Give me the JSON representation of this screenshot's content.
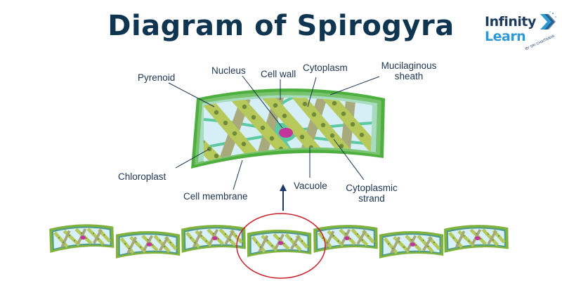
{
  "title": "Diagram of Spirogyra",
  "logo": {
    "line1": "Infinity",
    "line2": "Learn",
    "tagline": "BY SRI CHAITANYA",
    "icon": "chevron-arrow-icon"
  },
  "labels": {
    "pyrenoid": "Pyrenoid",
    "nucleus": "Nucleus",
    "cell_wall": "Cell wall",
    "cytoplasm": "Cytoplasm",
    "mucilaginous_sheath_1": "Mucilaginous",
    "mucilaginous_sheath_2": "sheath",
    "chloroplast": "Chloroplast",
    "cell_membrane": "Cell membrane",
    "vacuole": "Vacuole",
    "cytoplasmic_strand_1": "Cytoplasmic",
    "cytoplasmic_strand_2": "strand"
  },
  "filament": {
    "cell_count": 7,
    "highlighted_cell_index": 3
  },
  "colors": {
    "title": "#0f3550",
    "label": "#1c3350",
    "sheath": "#4caf3e",
    "cell_wall_inner": "#8fd08a",
    "vacuole": "#d6eff7",
    "chloroplast": "#b6c95a",
    "pyrenoid": "#6f8a3a",
    "cytoplasm": "#5dc9a0",
    "nucleus": "#c2359a",
    "highlight_circle": "#c8202a",
    "arrow": "#1c3a6e"
  }
}
